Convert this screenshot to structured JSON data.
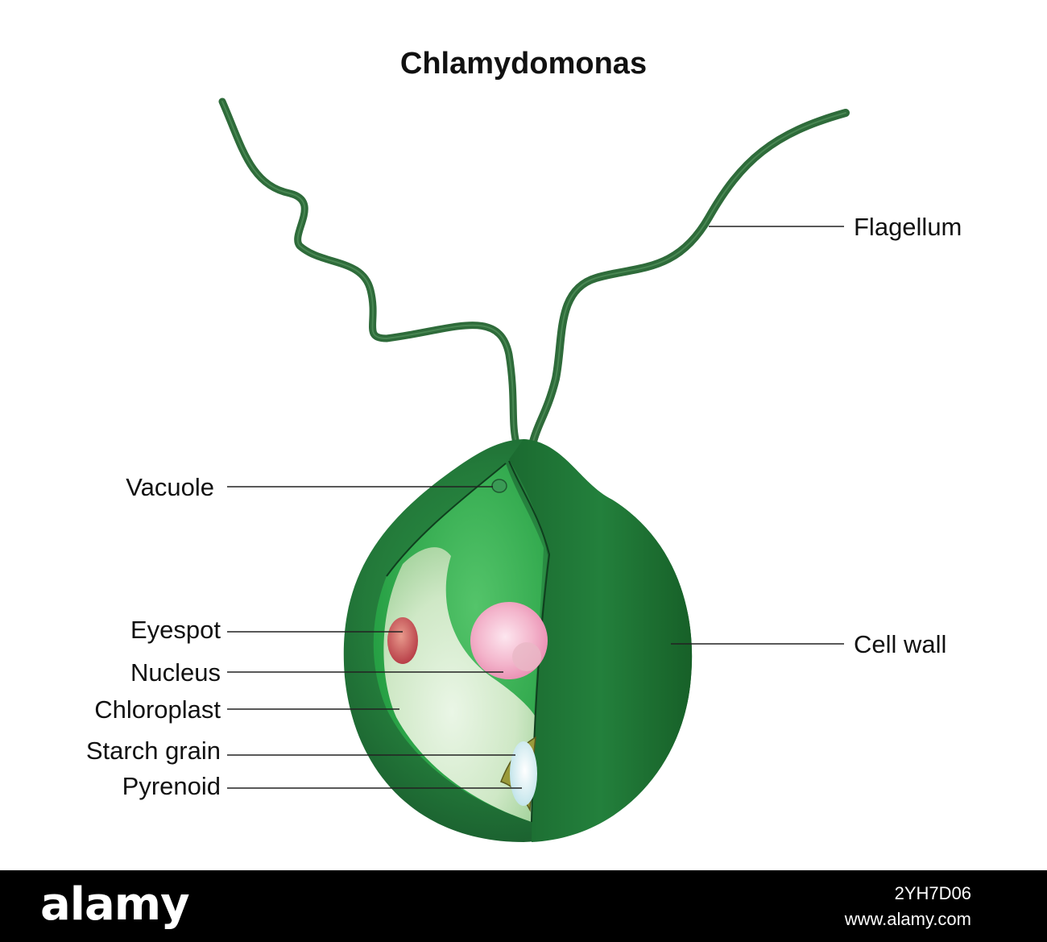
{
  "title": "Chlamydomonas",
  "labels": {
    "flagellum": "Flagellum",
    "cell_wall": "Cell wall",
    "vacuole": "Vacuole",
    "eyespot": "Eyespot",
    "nucleus": "Nucleus",
    "chloroplast": "Chloroplast",
    "starch_grain": "Starch grain",
    "pyrenoid": "Pyrenoid"
  },
  "footer": {
    "brand": "alamy",
    "image_id": "2YH7D06",
    "site": "www.alamy.com"
  },
  "colors": {
    "cell_dark": "#1f6b34",
    "cell_mid": "#2f8a45",
    "chloroplast": "#cfe9c8",
    "inner_green": "#3fb55a",
    "nucleus": "#f0a4c0",
    "eyespot": "#c95a5a",
    "pyrenoid": "#dff2f6",
    "flagellum": "#2e6b3a"
  }
}
